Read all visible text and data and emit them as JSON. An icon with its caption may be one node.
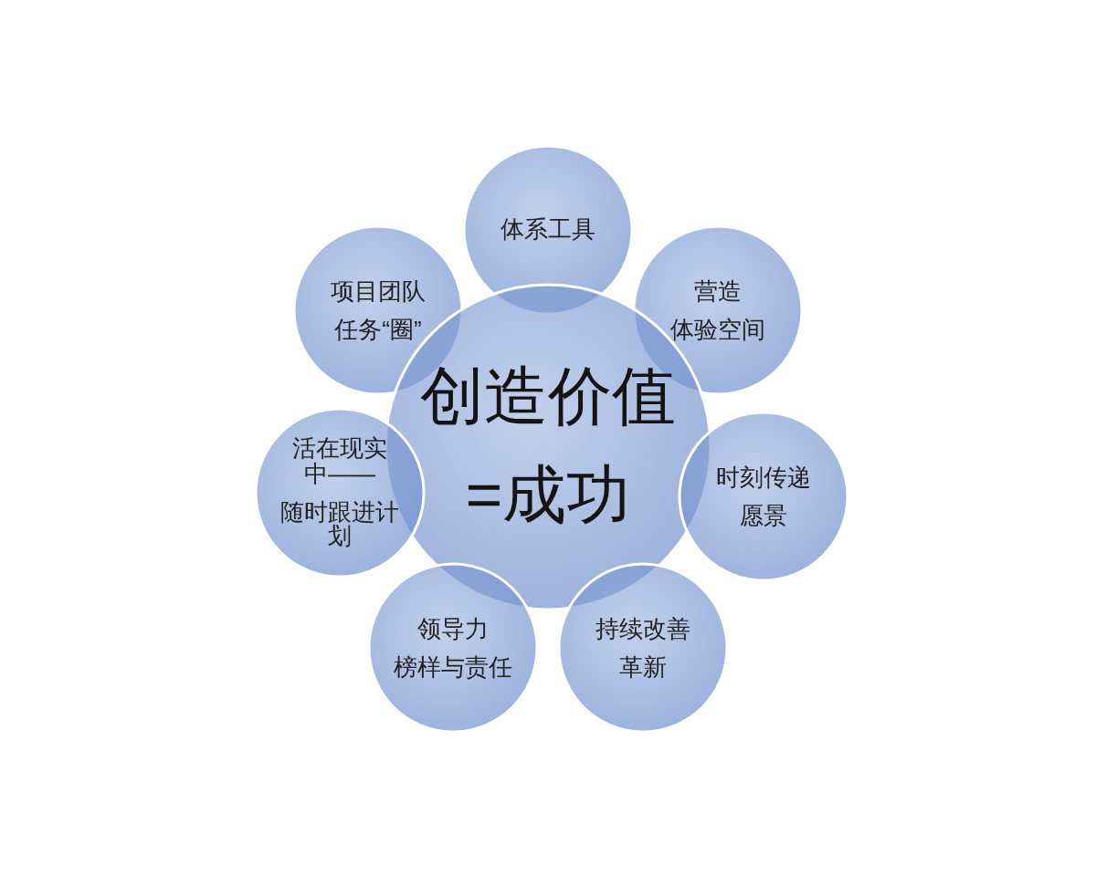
{
  "diagram": {
    "nodes": [
      {
        "text": [
          "体系工具"
        ]
      },
      {
        "text": [
          "项目团队",
          "任务“圈”"
        ]
      },
      {
        "text": [
          "营造",
          "体验空间"
        ]
      },
      {
        "text": [
          "创造价值=成功"
        ]
      },
      {
        "text": [
          "活在现实中——",
          "随时跟进计划"
        ]
      },
      {
        "text": [
          "时刻传递",
          "愿景"
        ]
      },
      {
        "text": [
          "领导力",
          "榜样与责任"
        ]
      },
      {
        "text": [
          "持续改善",
          "革新"
        ]
      }
    ]
  }
}
